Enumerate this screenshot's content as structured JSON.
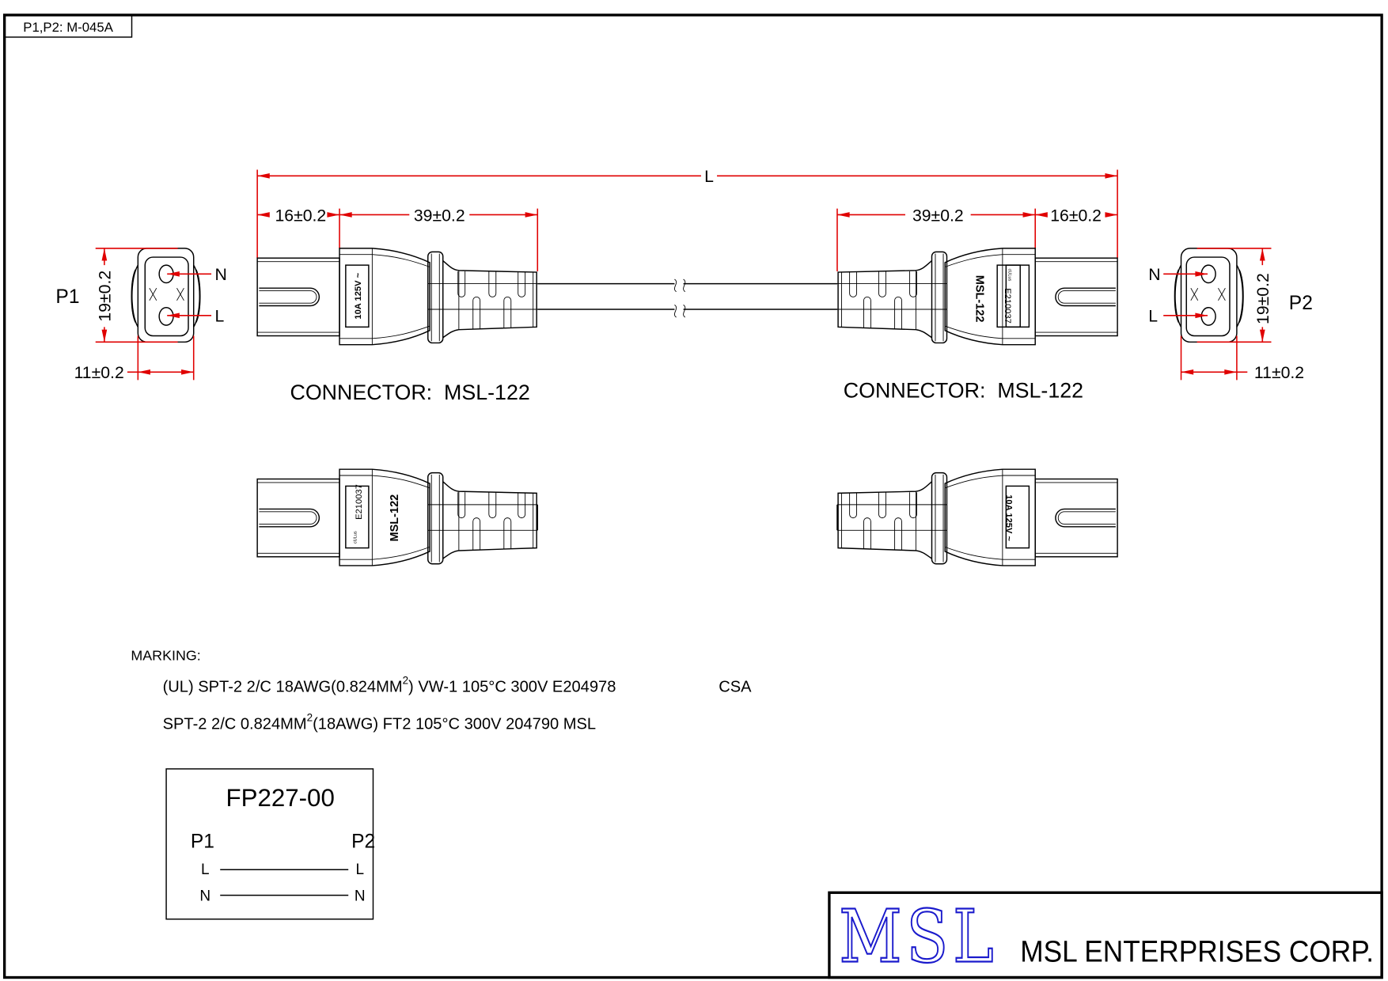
{
  "drawing_ref": "P1,P2: M-045A",
  "dimensions": {
    "overall_length": "L",
    "plug_length": "16±0.2",
    "body_length": "39±0.2",
    "face_height": "19±0.2",
    "face_width": "11±0.2"
  },
  "plugs": {
    "p1": {
      "label": "P1",
      "pin_top": "N",
      "pin_bottom": "L"
    },
    "p2": {
      "label": "P2",
      "pin_top": "N",
      "pin_bottom": "L"
    }
  },
  "connector_captions": {
    "left": "CONNECTOR:  MSL-122",
    "right": "CONNECTOR:  MSL-122"
  },
  "molded_labels": {
    "rating": "10A 125V ~",
    "model": "MSL-122",
    "cert_no": "E210037",
    "cert_mark": "cULus"
  },
  "marking": {
    "heading": "MARKING:",
    "line1_a": "(UL) SPT-2 2/C 18AWG(0.824MM",
    "line1_sup": "2",
    "line1_b": ") VW-1 105°C 300V E204978",
    "line1_csa": "CSA",
    "line2_a": "SPT-2 2/C 0.824MM",
    "line2_sup": "2",
    "line2_b": "(18AWG) FT2 105°C 300V 204790 MSL"
  },
  "wiring": {
    "part_no": "FP227-00",
    "left_header": "P1",
    "right_header": "P2",
    "rows": [
      {
        "left": "L",
        "right": "L"
      },
      {
        "left": "N",
        "right": "N"
      }
    ]
  },
  "title_block": {
    "logo": "MSL",
    "company": "MSL ENTERPRISES CORP.",
    "logo_color": "#1a1acc"
  }
}
